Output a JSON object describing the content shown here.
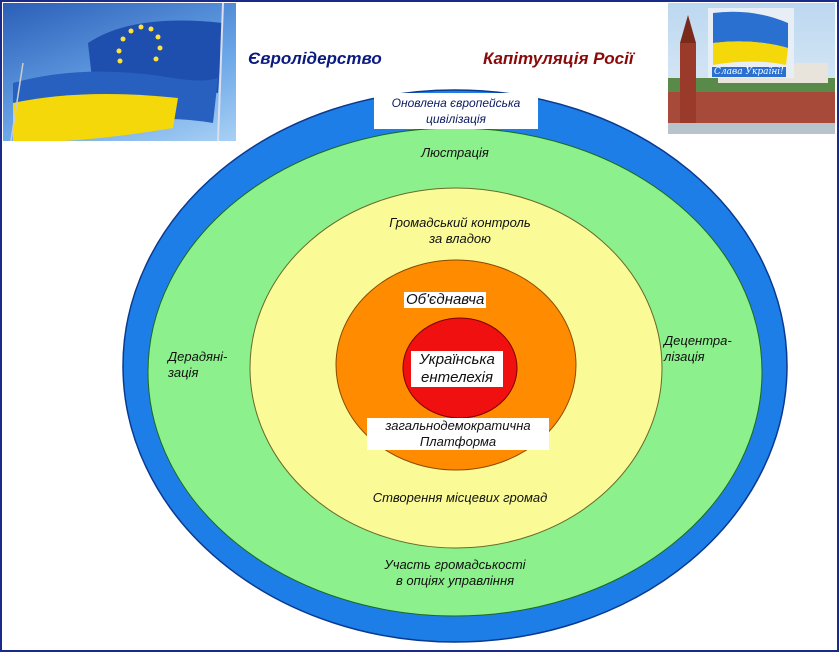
{
  "header": {
    "left_title": "Євролідерство",
    "right_title": "Капітуляція Росії",
    "right_image_caption": "Слава Україні!"
  },
  "rings": {
    "outer": {
      "label": "Оновлена європейська цивілізація",
      "color": "#1e7ee8"
    },
    "green": {
      "top": "Люстрація",
      "left": "Дерадяні-\nзація",
      "right": "Децентра-\nлізація",
      "bottom": "Участь громадськості\nв опціях управління",
      "color": "#8cf08c"
    },
    "yellow": {
      "top": "Громадський контроль\nза владою",
      "bottom": "Створення місцевих громад",
      "color": "#fafa96"
    },
    "orange": {
      "top": "Об'єднавча",
      "bottom": "загальнодемократична\nПлатформа",
      "color": "#ff8c00"
    },
    "core": {
      "label": "Українська\nентелехія",
      "color": "#f01010"
    }
  },
  "colors": {
    "frame": "#1a2a8a",
    "left_title": "#0a1a80",
    "right_title": "#8a0a0a"
  }
}
